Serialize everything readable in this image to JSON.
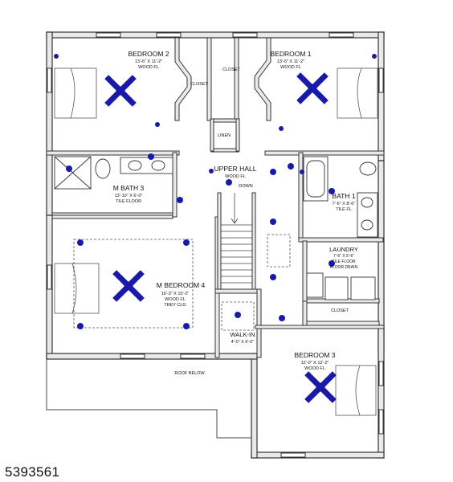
{
  "rooms": {
    "bedroom2": {
      "name": "BEDROOM 2",
      "dims": "13'-6\" X 11'-2\"",
      "floor": "WOOD FL"
    },
    "bedroom1": {
      "name": "BEDROOM 1",
      "dims": "13'-6\" X 11'-2\"",
      "floor": "WOOD FL"
    },
    "closet_left": {
      "name": "CLOSET"
    },
    "closet_right": {
      "name": "CLOSET"
    },
    "linen": {
      "name": "LINEN"
    },
    "upper_hall": {
      "name": "UPPER HALL",
      "floor": "WOOD FL"
    },
    "down": {
      "name": "DOWN"
    },
    "m_bath3": {
      "name": "M BATH 3",
      "dims": "13'-10\" X 6'-0\"",
      "floor": "TILE FLOOR"
    },
    "bath1": {
      "name": "BATH 1",
      "dims": "7'-6\" X 8'-6\"",
      "floor": "TILE FL"
    },
    "laundry": {
      "name": "LAUNDRY",
      "dims": "7'-6\" X 5'-6\"",
      "floor": "TILE FLOOR",
      "note": "FLOOR DRAIN"
    },
    "m_bedroom4": {
      "name": "M BEDROOM 4",
      "dims": "16'-3\" X 15'-2\"",
      "floor": "WOOD FL",
      "ceiling": "TREY CLG"
    },
    "walk_in": {
      "name": "WALK-IN",
      "dims": "4'-0\" X 6'-0\""
    },
    "closet_b3": {
      "name": "CLOSET"
    },
    "bedroom3": {
      "name": "BEDROOM 3",
      "dims": "12'-0\" X 12'-2\"",
      "floor": "WOOD FL"
    },
    "roof_below": {
      "name": "ROOF BELOW"
    }
  },
  "listing_id": "5393561",
  "colors": {
    "wall": "#333333",
    "fixture": "#1a1aa8",
    "outline": "#222222"
  }
}
